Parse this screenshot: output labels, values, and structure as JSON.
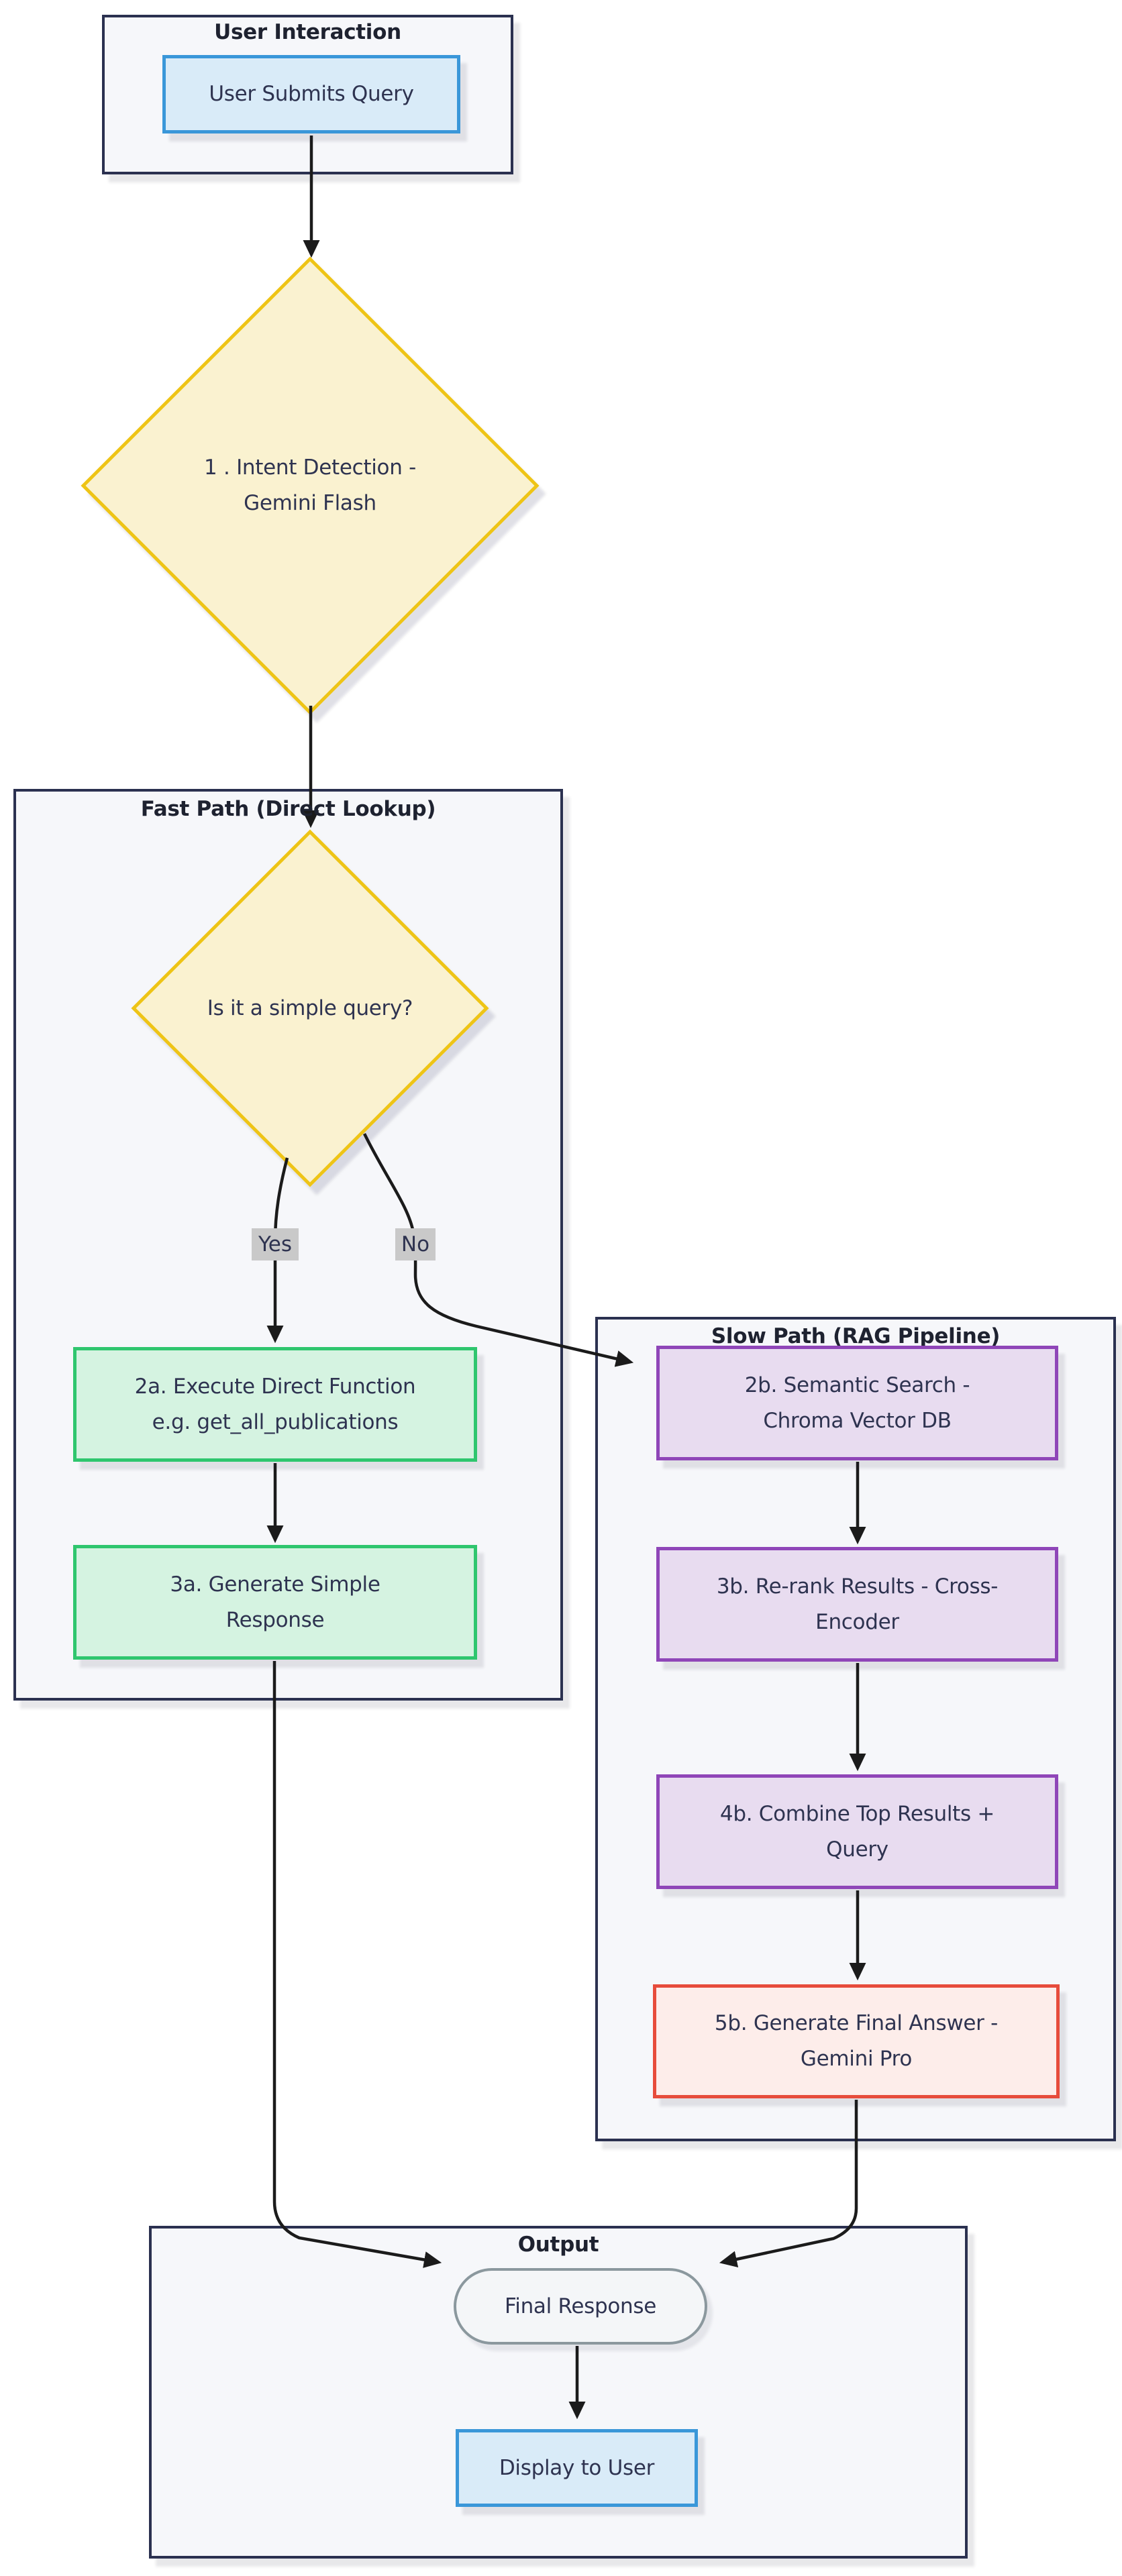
{
  "diagram": {
    "subgraphs": {
      "user_interaction": {
        "title": "User Interaction"
      },
      "fast_path": {
        "title": "Fast Path (Direct Lookup)"
      },
      "slow_path": {
        "title": "Slow Path (RAG Pipeline)"
      },
      "output": {
        "title": "Output"
      }
    },
    "nodes": {
      "user_submits": {
        "label": "User Submits Query"
      },
      "intent_detection": {
        "label": "1 . Intent Detection - Gemini Flash",
        "lines": [
          "1 . Intent Detection -",
          "Gemini Flash"
        ]
      },
      "simple_query": {
        "label": "Is it a simple query?"
      },
      "exec_direct": {
        "label": "2a. Execute Direct Function e.g. get_all_publications",
        "lines": [
          "2a. Execute Direct Function",
          "e.g. get_all_publications"
        ]
      },
      "gen_simple": {
        "label": "3a. Generate Simple Response",
        "lines": [
          "3a. Generate Simple",
          "Response"
        ]
      },
      "semantic_search": {
        "label": "2b. Semantic Search - Chroma Vector DB",
        "lines": [
          "2b. Semantic Search -",
          "Chroma Vector DB"
        ]
      },
      "rerank": {
        "label": "3b. Re-rank Results - Cross-Encoder",
        "lines": [
          "3b. Re-rank Results - Cross-",
          "Encoder"
        ]
      },
      "combine": {
        "label": "4b. Combine Top Results + Query",
        "lines": [
          "4b. Combine Top Results +",
          "Query"
        ]
      },
      "final_answer": {
        "label": "5b. Generate Final Answer - Gemini Pro",
        "lines": [
          "5b. Generate Final Answer -",
          "Gemini Pro"
        ]
      },
      "final_response": {
        "label": "Final Response"
      },
      "display_user": {
        "label": "Display to User"
      }
    },
    "edge_labels": {
      "yes": "Yes",
      "no": "No"
    },
    "colors": {
      "background": "#ffffff",
      "subgraph_fill": "#f6f7fa",
      "subgraph_border": "#2b3150",
      "text": "#2e3350",
      "edge": "#1b1b1b",
      "blue_border": "#3a97d9",
      "blue_fill": "#d9ebf8",
      "yellow_border": "#eec416",
      "yellow_fill": "#faf2d0",
      "green_border": "#2fc66e",
      "green_fill": "#d5f3e1",
      "purple_border": "#8f46b8",
      "purple_fill": "#e8dcf0",
      "red_border": "#e74c3c",
      "red_fill": "#fdedea",
      "gray_border": "#8b989e",
      "gray_fill": "#f4f6f8",
      "label_bg": "#c9c9c9"
    }
  }
}
